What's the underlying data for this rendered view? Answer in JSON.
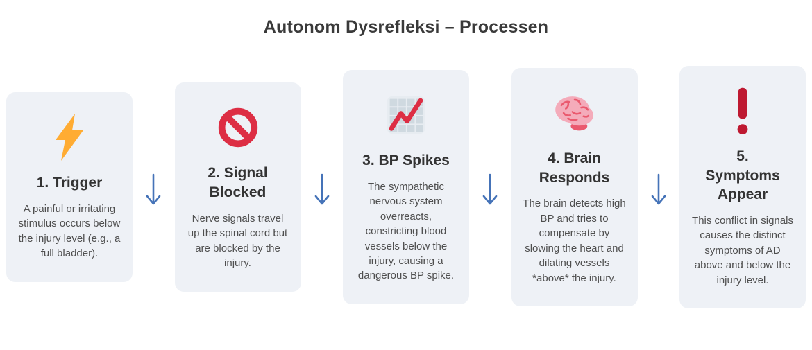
{
  "title": "Autonom Dysrefleksi – Processen",
  "colors": {
    "card_background": "#eef1f6",
    "title_text": "#3a3a3a",
    "card_title_text": "#333333",
    "body_text": "#4f4f4f",
    "arrow_blue": "#4573b8",
    "lightning_orange": "#ffac33",
    "prohibited_red": "#dd2e44",
    "exclamation_red": "#be1931",
    "brain_pink": "#f4abba"
  },
  "arrow": {
    "direction": "down",
    "color": "#4573b8"
  },
  "steps": [
    {
      "icon": "lightning-icon",
      "title": "1. Trigger",
      "body": "A painful or irritating stimulus occurs below the injury level (e.g., a full bladder)."
    },
    {
      "icon": "no-entry-icon",
      "title": "2. Signal\nBlocked",
      "body": "Nerve signals travel up the spinal cord but are blocked by the injury."
    },
    {
      "icon": "chart-increasing-icon",
      "title": "3. BP Spikes",
      "body": "The sympathetic nervous system overreacts, constricting blood vessels below the injury, causing a dangerous BP spike."
    },
    {
      "icon": "brain-icon",
      "title": "4. Brain\nResponds",
      "body": "The brain detects high BP and tries to compensate by slowing the heart and dilating vessels *above* the injury."
    },
    {
      "icon": "exclamation-icon",
      "title": "5.\nSymptoms\nAppear",
      "body": "This conflict in signals causes the distinct symptoms of AD above and below the injury level."
    }
  ]
}
